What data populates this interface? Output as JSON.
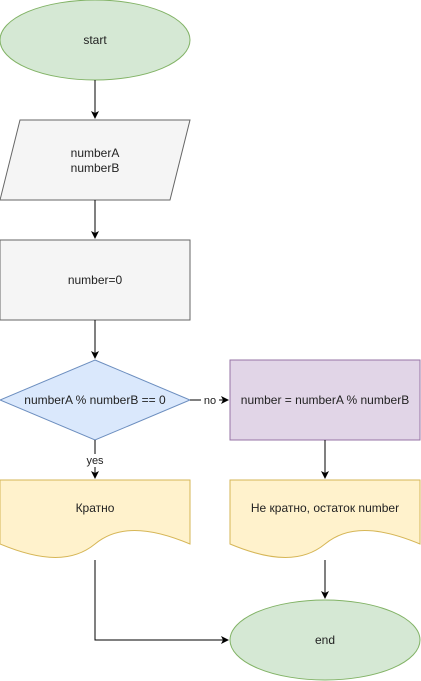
{
  "diagram": {
    "nodes": {
      "start": {
        "label": "start",
        "shape": "ellipse",
        "fill": "#d5e8d4",
        "stroke": "#82b366"
      },
      "input": {
        "line1": "numberA",
        "line2": "numberB",
        "shape": "parallelogram",
        "fill": "#f5f5f5",
        "stroke": "#666666"
      },
      "init": {
        "label": "number=0",
        "shape": "rectangle",
        "fill": "#f5f5f5",
        "stroke": "#666666"
      },
      "condition": {
        "label": "numberA % numberB == 0",
        "shape": "diamond",
        "fill": "#dae8fc",
        "stroke": "#6c8ebf"
      },
      "compute": {
        "label": "number = numberA % numberB",
        "shape": "rectangle",
        "fill": "#e1d5e7",
        "stroke": "#9673a6"
      },
      "divisible": {
        "label": "Кратно",
        "shape": "document",
        "fill": "#fff2cc",
        "stroke": "#d6b656"
      },
      "not_divisible": {
        "label": "Не кратно, остаток number",
        "shape": "document",
        "fill": "#fff2cc",
        "stroke": "#d6b656"
      },
      "end": {
        "label": "end",
        "shape": "ellipse",
        "fill": "#d5e8d4",
        "stroke": "#82b366"
      }
    },
    "edges": {
      "no_label": "no",
      "yes_label": "yes"
    },
    "edge_color": "#000000"
  }
}
